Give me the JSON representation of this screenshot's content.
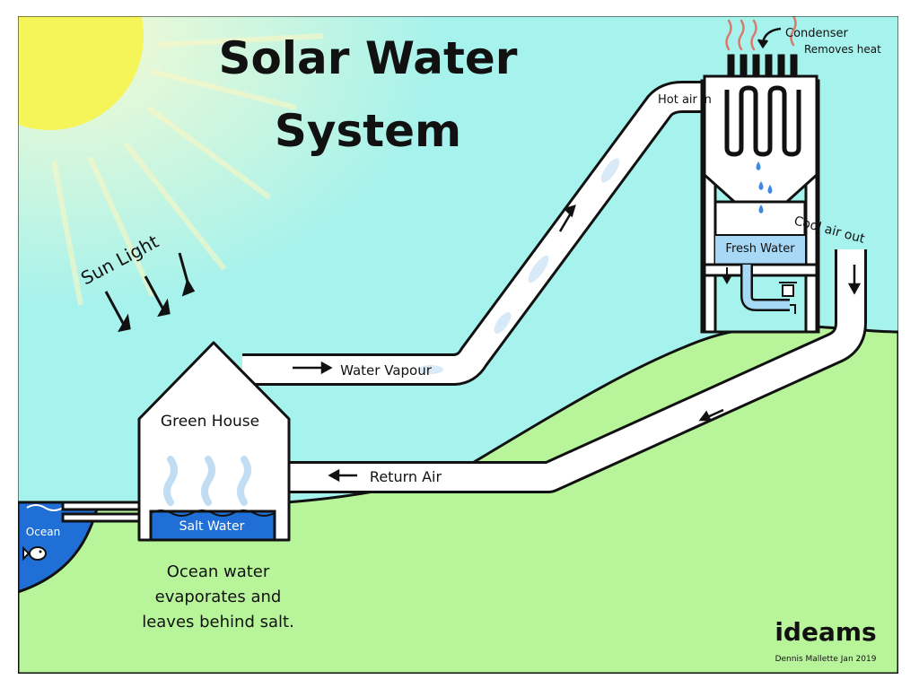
{
  "title_line1": "Solar Water",
  "title_line2": "System",
  "labels": {
    "sun_light": "Sun Light",
    "condenser": "Condenser",
    "removes_heat": "Removes heat",
    "hot_air_in": "Hot air in",
    "cool_air_out": "Cool air out",
    "fresh_water": "Fresh Water",
    "water_vapour": "Water Vapour",
    "green_house": "Green House",
    "return_air": "Return Air",
    "salt_water": "Salt Water",
    "ocean": "Ocean"
  },
  "caption_lines": [
    "Ocean water",
    "evaporates and",
    "leaves behind salt."
  ],
  "brand": "ideams",
  "credit": "Dennis Mallette Jan 2019",
  "colors": {
    "sky": "#a6f2ec",
    "ground": "#b8f59a",
    "sun": "#f5f55a",
    "water": "#1f6fd6",
    "fresh_water": "#a7d8f5",
    "pipe": "#ffffff"
  }
}
